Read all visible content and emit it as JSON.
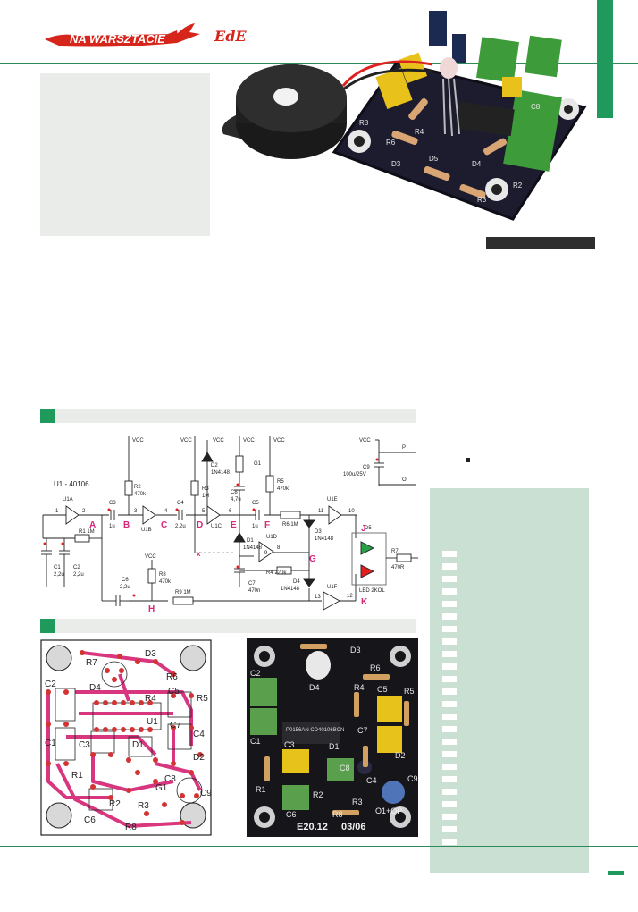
{
  "header": {
    "logo_text": "NA WARSZTACIE",
    "brand": "EdE"
  },
  "schematic": {
    "chip": "U1 - 40106",
    "vcc": "VCC",
    "gates": [
      "U1A",
      "U1B",
      "U1C",
      "U1D",
      "U1E",
      "U1F"
    ],
    "pins": [
      "1",
      "2",
      "3",
      "4",
      "5",
      "6",
      "9",
      "8",
      "11",
      "10",
      "13",
      "12"
    ],
    "nodes": [
      "A",
      "B",
      "C",
      "D",
      "E",
      "F",
      "G",
      "H",
      "J",
      "K",
      "x"
    ],
    "components": {
      "r1": "R1 1M",
      "r2": "R2",
      "r2v": "470k",
      "r3": "R3",
      "r3v": "1M",
      "r4": "R4 220k",
      "r5": "R5",
      "r5v": "470k",
      "r6": "R6 1M",
      "r7": "R7",
      "r7v": "470R",
      "r8": "R8",
      "r8v": "470k",
      "r9": "R9 1M",
      "c1": "C1",
      "c1v": "2,2u",
      "c2": "C2",
      "c2v": "2,2u",
      "c3": "C3",
      "c3v": "1u",
      "c4": "C4",
      "c4v": "2,2u",
      "c5": "C5",
      "c5v": "1u",
      "c6": "C6",
      "c6v": "2,2u",
      "c7": "C7",
      "c7v": "470n",
      "c8": "C8",
      "c8v": "4,7u",
      "c9": "C9",
      "c9v": "100u/25V",
      "d1": "D1",
      "d1v": "1N4148",
      "d2": "D2",
      "d2v": "1N4148",
      "d3": "D3",
      "d3v": "1N4148",
      "d4": "D4",
      "d4v": "1N4148",
      "d5": "D5",
      "d5v": "LED 2KOL",
      "g1": "G1",
      "p": "P",
      "o": "O"
    }
  },
  "pcb_layout": {
    "labels": [
      "R7",
      "D3",
      "R6",
      "D4",
      "C5",
      "R5",
      "C2",
      "C1",
      "C3",
      "D1",
      "D2",
      "R1",
      "C9",
      "C6",
      "R2",
      "R8",
      "R3",
      "C4",
      "C8",
      "C7",
      "R4",
      "U1",
      "G1"
    ]
  },
  "pcb_photo": {
    "labels": [
      "D3",
      "R6",
      "D4",
      "R4",
      "C5",
      "R5",
      "C2",
      "C1",
      "C3",
      "D1",
      "D2",
      "R1",
      "C9",
      "C8",
      "R2",
      "R3",
      "C6",
      "R8",
      "C4",
      "C7"
    ],
    "chip_text": "P0156AN\nCD40106BCN",
    "board_code": "E20.12",
    "board_date": "03/06",
    "polarity": "O1+OP"
  },
  "photo_labels": [
    "R8",
    "R6",
    "D3",
    "R4",
    "D5",
    "D4",
    "R3",
    "R2",
    "C8"
  ],
  "table_rows": 24,
  "colors": {
    "accent_green": "#1f9a5c",
    "brand_red": "#d6261c",
    "pcb_pink": "#d8377f",
    "table_bg": "#c9e0d2"
  }
}
